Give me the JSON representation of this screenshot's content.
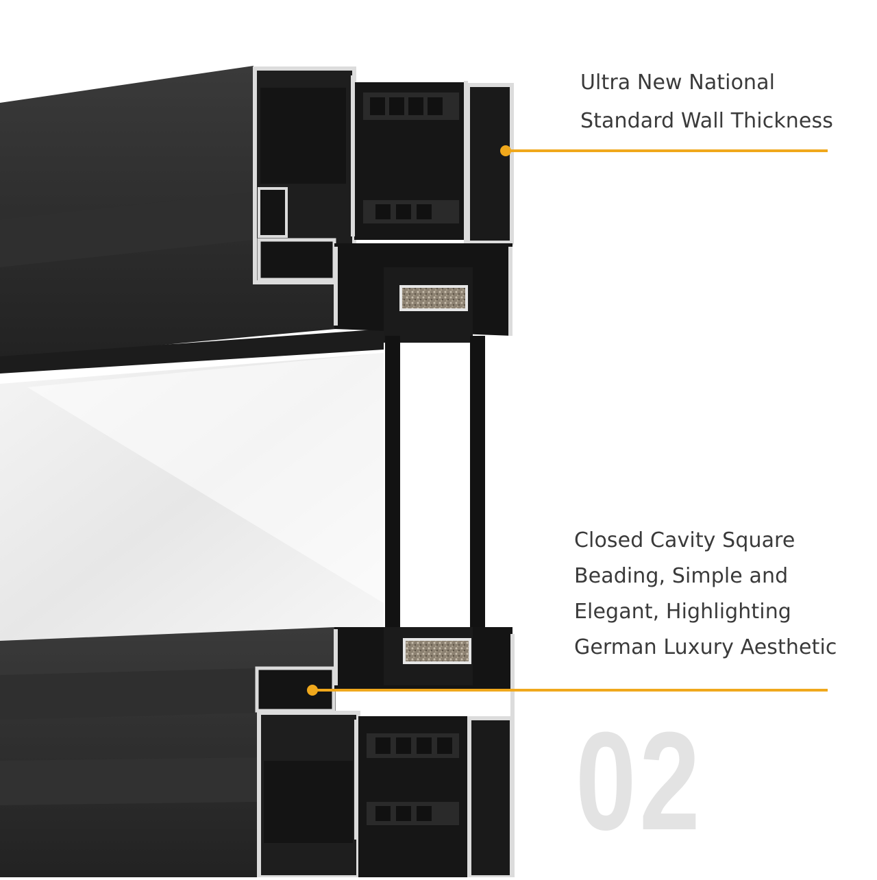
{
  "callouts": [
    {
      "lines": [
        "Ultra New National",
        "Standard Wall Thickness"
      ]
    },
    {
      "lines": [
        "Closed Cavity Square",
        "Beading, Simple and",
        "Elegant, Highlighting",
        "German Luxury Aesthetic"
      ]
    }
  ],
  "section_number": "02",
  "colors": {
    "accent": "#f0a81c",
    "profile_dark": "#2b2b2b",
    "profile_edge": "#d9d9d9",
    "glass": "#eeeeee",
    "label_text": "#3a3a3a",
    "number_watermark": "#e3e3e3"
  }
}
